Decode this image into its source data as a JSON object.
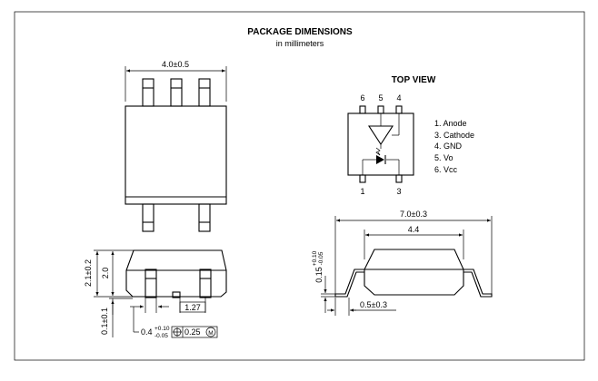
{
  "title": "PACKAGE  DIMENSIONS",
  "subtitle": "in millimeters",
  "top_view": {
    "heading": "TOP  VIEW",
    "pin_numbers_top": [
      "6",
      "5",
      "4"
    ],
    "pin_numbers_bottom": [
      "1",
      "3"
    ],
    "legend": [
      "1. Anode",
      "3. Cathode",
      "4. GND",
      "5. Vo",
      "6. Vcc"
    ]
  },
  "dimensions": {
    "body_width": "4.0±0.5",
    "total_length": "7.0±0.3",
    "body_length": "4.4",
    "height_total": "2.1±0.2",
    "height_body": "2.0",
    "standoff": "0.1±0.1",
    "pitch": "1.27",
    "lead_width": "0.4",
    "lead_width_tol_plus": "+0.10",
    "lead_width_tol_minus": "-0.05",
    "position_tolerance": "0.25",
    "material_condition": "M",
    "lead_thickness": "0.15",
    "lead_thickness_tol_plus": "+0.10",
    "lead_thickness_tol_minus": "-0.05",
    "foot_length": "0.5±0.3"
  }
}
